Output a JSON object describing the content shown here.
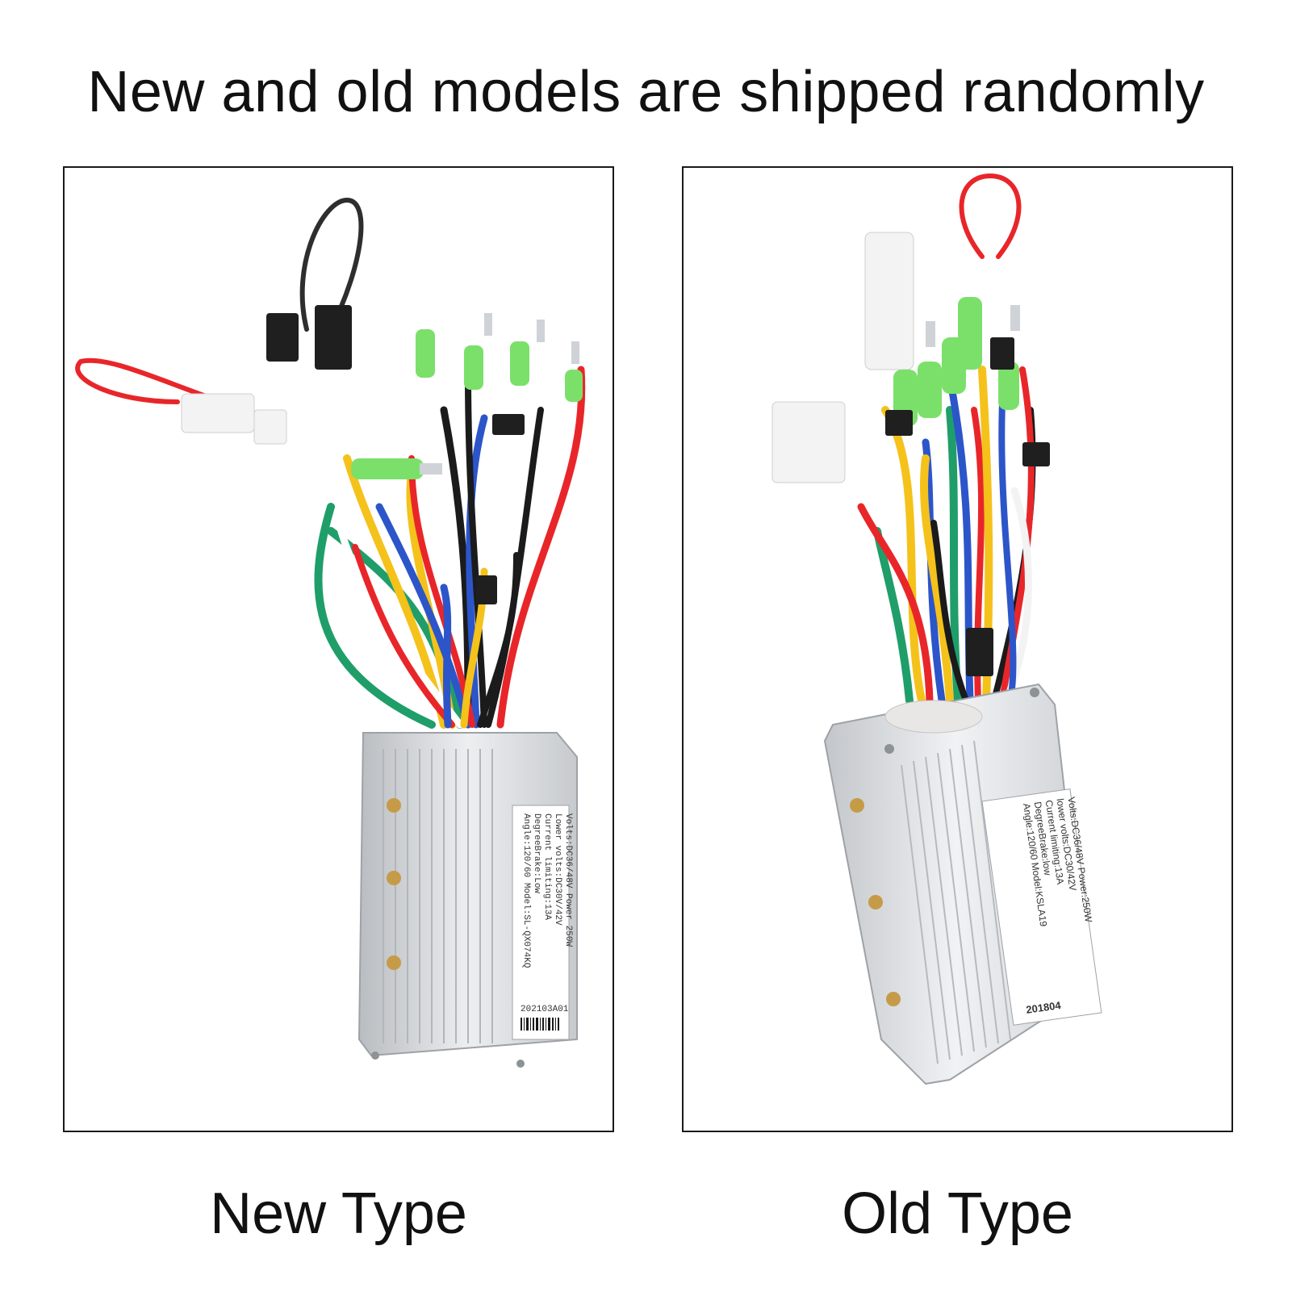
{
  "headline": "New and old models are shipped randomly",
  "panels": {
    "new": {
      "caption": "New Type",
      "label_lines": [
        "Volts:DC36/48V Power 250W",
        "Lower volts:DC30V/42V",
        "Current limiting:13A",
        "DegreeBrake:Low",
        "Angle:120/60  Model:SL-QX074KQ"
      ],
      "serial": "202103A01"
    },
    "old": {
      "caption": "Old Type",
      "label_lines": [
        "Volts:DC36/48V Power:250W",
        "lower volts:DC30/42V",
        "Current limiting:13A",
        "DegreeBrake:low",
        "Angle:120/60  Model:KSLA19"
      ],
      "serial": "201804"
    }
  },
  "colors": {
    "wire_red": "#e8262a",
    "wire_yellow": "#f4c21b",
    "wire_green": "#1f9e6a",
    "wire_blue": "#2c55c9",
    "wire_black": "#1b1b1b",
    "wire_white": "#f3f3f3",
    "connector_green": "#7be06a",
    "aluminum": "#d9dcdf"
  }
}
